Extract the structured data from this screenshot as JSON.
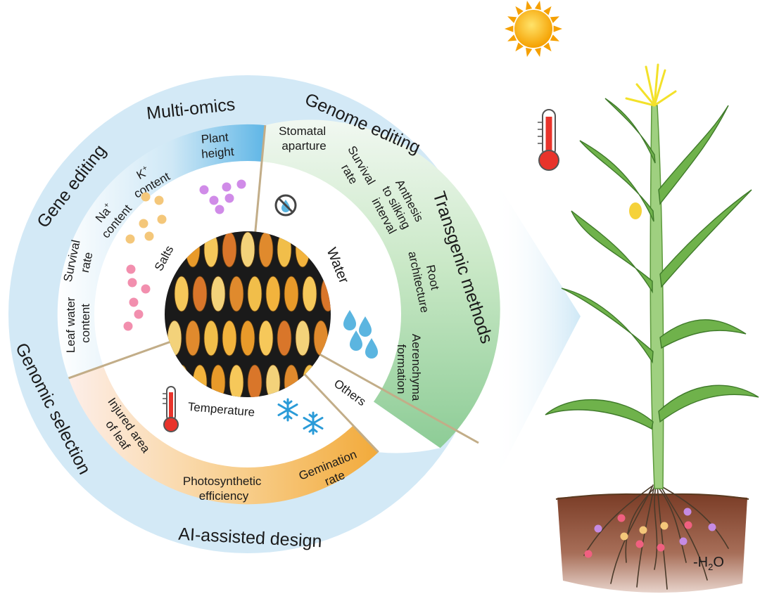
{
  "outer_ring": {
    "multi_omics": "Multi-omics",
    "genome_editing": "Genome editing",
    "gene_editing": "Gene editing",
    "transgenic_methods": "Transgenic methods",
    "genomic_selection": "Genomic selection",
    "ai_assisted_design": "AI-assisted design"
  },
  "salt_traits": {
    "plant_height": [
      "Plant",
      "height"
    ],
    "k_content": [
      "K",
      "+",
      "content"
    ],
    "na_content": [
      "Na",
      "+",
      "content"
    ],
    "survival_rate": [
      "Survival",
      "rate"
    ],
    "leaf_water_content": [
      "Leaf water",
      "content"
    ]
  },
  "water_traits": {
    "stomatal_aparture": [
      "Stomatal",
      "aparture"
    ],
    "survival_rate": [
      "Survival",
      "rate"
    ],
    "anthesis_silking": [
      "Anthesis",
      "to silking",
      "interval"
    ],
    "root_architecture": [
      "Root",
      "architecture"
    ],
    "aerenchyma_formation": [
      "Aerenchyma",
      "formation"
    ]
  },
  "temperature_traits": {
    "injured_area": [
      "Injured area",
      "of leaf"
    ],
    "photosynthetic_efficiency": [
      "Photosynthetic",
      "efficiency"
    ],
    "gemination_rate": [
      "Gemination",
      "rate"
    ]
  },
  "stresses": {
    "salts": "Salts",
    "water": "Water",
    "temperature": "Temperature",
    "others": "Others"
  },
  "soil_label": {
    "prefix": "-H",
    "sub": "2",
    "suffix": "O"
  },
  "colors": {
    "outer_ring": "#d3e9f6",
    "salt_band": "#5fb6e6",
    "water_band": "#8dcc96",
    "temperature_band": "#f2aa3a",
    "divider": "#c2ad88",
    "soil": "#8a4b35",
    "plant_leaf": "#6fb24b",
    "sun": "#f5a000"
  },
  "icons": [
    "sun-icon",
    "thermometer-icon",
    "snowflake-icon",
    "water-drop-icon",
    "no-water-icon",
    "maize-kernels-image",
    "maize-plant-image"
  ]
}
